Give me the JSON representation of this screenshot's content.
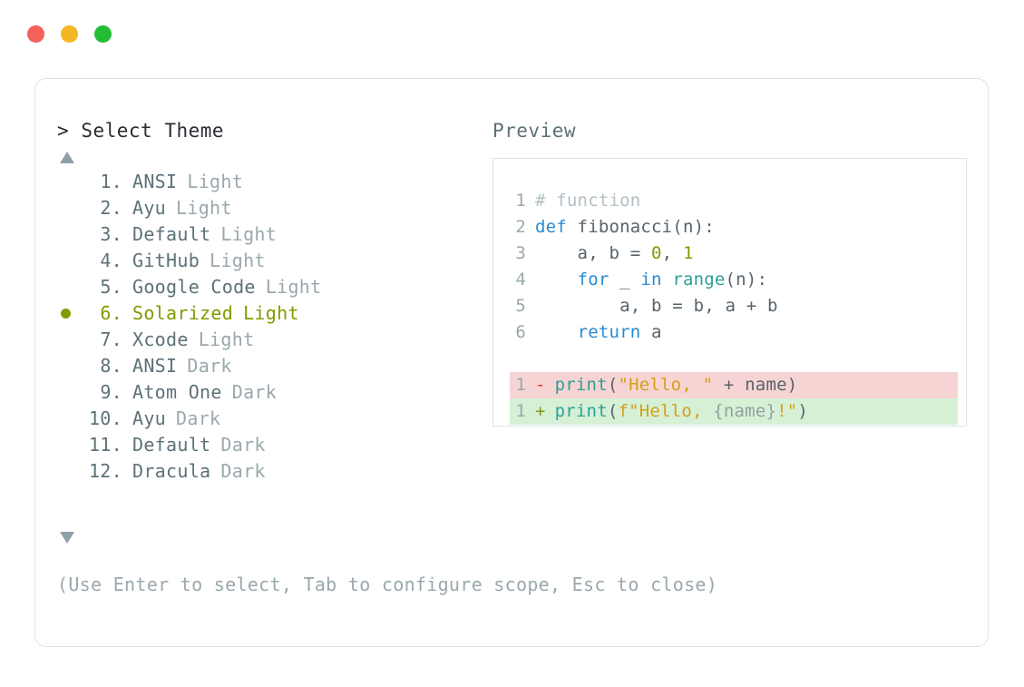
{
  "window": {
    "traffic_lights": [
      {
        "name": "close-button",
        "color": "#f4605a"
      },
      {
        "name": "minimize-button",
        "color": "#f5b625"
      },
      {
        "name": "maximize-button",
        "color": "#24bd35"
      }
    ]
  },
  "palette": {
    "accent_selected": "#859900",
    "text_primary": "#2b2b33",
    "text_secondary": "#5d7179",
    "text_muted": "#9aa8ad",
    "border": "#dfe3e3",
    "diff_removed_bg": "#f7d4d4",
    "diff_added_bg": "#d6f0d6",
    "diff_removed_marker": "#dc322f",
    "diff_added_marker": "#7f9b1e"
  },
  "prompt": {
    "caret": ">",
    "title": "Select Theme"
  },
  "scroll": {
    "up_icon": "triangle-up-icon",
    "down_icon": "triangle-down-icon"
  },
  "theme_list": {
    "selected_index": 6,
    "items": [
      {
        "num": "1.",
        "name": "ANSI",
        "variant": "Light",
        "selected": false
      },
      {
        "num": "2.",
        "name": "Ayu",
        "variant": "Light",
        "selected": false
      },
      {
        "num": "3.",
        "name": "Default",
        "variant": "Light",
        "selected": false
      },
      {
        "num": "4.",
        "name": "GitHub",
        "variant": "Light",
        "selected": false
      },
      {
        "num": "5.",
        "name": "Google Code",
        "variant": "Light",
        "selected": false
      },
      {
        "num": "6.",
        "name": "Solarized",
        "variant": "Light",
        "selected": true
      },
      {
        "num": "7.",
        "name": "Xcode",
        "variant": "Light",
        "selected": false
      },
      {
        "num": "8.",
        "name": "ANSI",
        "variant": "Dark",
        "selected": false
      },
      {
        "num": "9.",
        "name": "Atom One",
        "variant": "Dark",
        "selected": false
      },
      {
        "num": "10.",
        "name": "Ayu",
        "variant": "Dark",
        "selected": false
      },
      {
        "num": "11.",
        "name": "Default",
        "variant": "Dark",
        "selected": false
      },
      {
        "num": "12.",
        "name": "Dracula",
        "variant": "Dark",
        "selected": false
      }
    ]
  },
  "preview": {
    "label": "Preview",
    "code_lines": [
      {
        "gutter": "1",
        "tokens": [
          {
            "t": "comment",
            "s": "# function"
          }
        ]
      },
      {
        "gutter": "2",
        "tokens": [
          {
            "t": "keyword",
            "s": "def"
          },
          {
            "t": "plain",
            "s": " fibonacci(n):"
          }
        ]
      },
      {
        "gutter": "3",
        "tokens": [
          {
            "t": "plain",
            "s": "    a, b = "
          },
          {
            "t": "number",
            "s": "0"
          },
          {
            "t": "plain",
            "s": ", "
          },
          {
            "t": "number",
            "s": "1"
          }
        ]
      },
      {
        "gutter": "4",
        "tokens": [
          {
            "t": "plain",
            "s": "    "
          },
          {
            "t": "keyword",
            "s": "for"
          },
          {
            "t": "plain",
            "s": " _ "
          },
          {
            "t": "keyword",
            "s": "in"
          },
          {
            "t": "plain",
            "s": " "
          },
          {
            "t": "builtin",
            "s": "range"
          },
          {
            "t": "plain",
            "s": "(n):"
          }
        ]
      },
      {
        "gutter": "5",
        "tokens": [
          {
            "t": "plain",
            "s": "        a, b = b, a + b"
          }
        ]
      },
      {
        "gutter": "6",
        "tokens": [
          {
            "t": "plain",
            "s": "    "
          },
          {
            "t": "keyword",
            "s": "return"
          },
          {
            "t": "plain",
            "s": " a"
          }
        ]
      }
    ],
    "diff_lines": [
      {
        "gutter": "1",
        "kind": "removed",
        "marker": "-",
        "tokens": [
          {
            "t": "func",
            "s": "print"
          },
          {
            "t": "plain",
            "s": "("
          },
          {
            "t": "string",
            "s": "\"Hello, \""
          },
          {
            "t": "plain",
            "s": " + name)"
          }
        ]
      },
      {
        "gutter": "1",
        "kind": "added",
        "marker": "+",
        "tokens": [
          {
            "t": "func",
            "s": "print"
          },
          {
            "t": "plain",
            "s": "("
          },
          {
            "t": "string",
            "s": "f\"Hello, "
          },
          {
            "t": "interp",
            "s": "{name}"
          },
          {
            "t": "string",
            "s": "!\""
          },
          {
            "t": "plain",
            "s": ")"
          }
        ]
      }
    ]
  },
  "footer": {
    "hint": "(Use Enter to select, Tab to configure scope, Esc to close)"
  }
}
